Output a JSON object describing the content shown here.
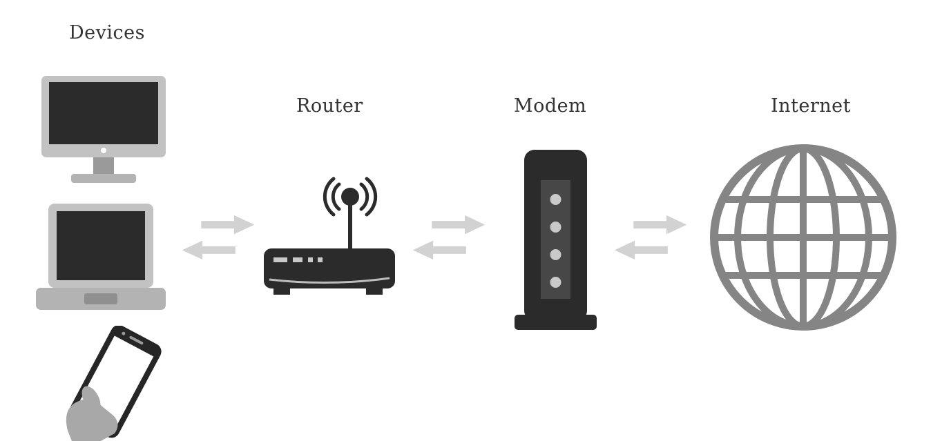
{
  "diagram": {
    "type": "network-flow-diagram",
    "background": "#ffffff",
    "nodes": [
      {
        "id": "devices",
        "label": "Devices",
        "icons": [
          "desktop-monitor-icon",
          "laptop-icon",
          "smartphone-in-hand-icon"
        ]
      },
      {
        "id": "router",
        "label": "Router",
        "icons": [
          "wireless-router-icon"
        ]
      },
      {
        "id": "modem",
        "label": "Modem",
        "icons": [
          "modem-icon"
        ]
      },
      {
        "id": "internet",
        "label": "Internet",
        "icons": [
          "globe-icon"
        ]
      }
    ],
    "connections": [
      {
        "from": "Devices",
        "to": "Router",
        "style": "bidirectional-block-arrows"
      },
      {
        "from": "Router",
        "to": "Modem",
        "style": "bidirectional-block-arrows"
      },
      {
        "from": "Modem",
        "to": "Internet",
        "style": "bidirectional-block-arrows"
      }
    ],
    "colors": {
      "icon_dark": "#2b2b2b",
      "icon_light_gray": "#c2c2c2",
      "icon_mid_gray": "#9a9a9a",
      "globe_gray": "#858585",
      "arrow_gray": "#d2d2d2",
      "label_text": "#333333"
    }
  }
}
